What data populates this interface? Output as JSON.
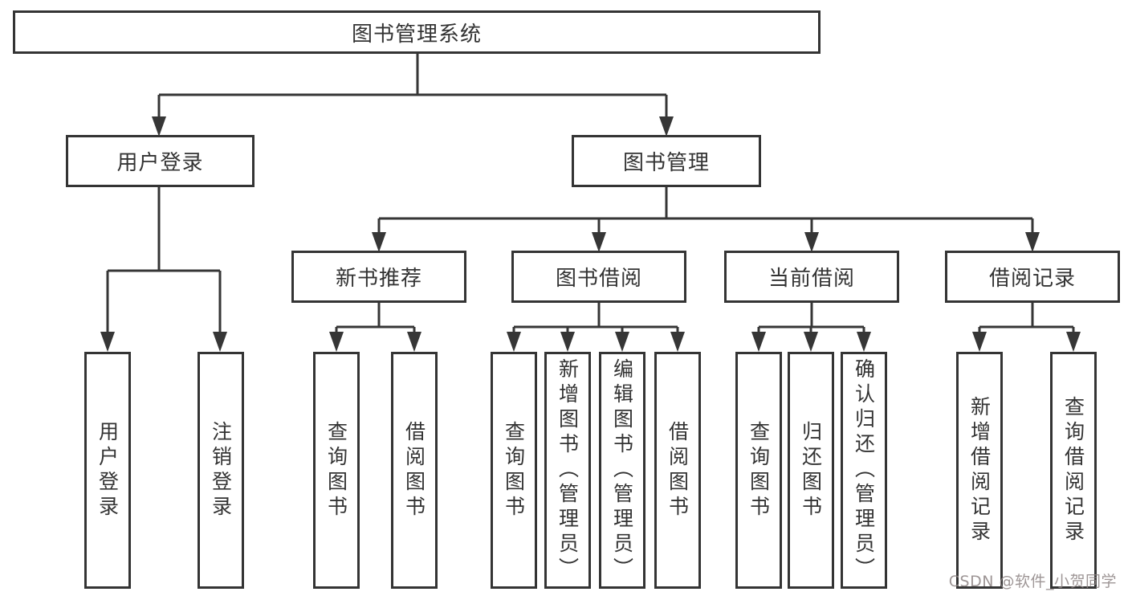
{
  "diagram": {
    "root": {
      "label": "图书管理系统"
    },
    "level1": [
      {
        "label": "用户登录"
      },
      {
        "label": "图书管理"
      }
    ],
    "level2": [
      {
        "label": "新书推荐"
      },
      {
        "label": "图书借阅"
      },
      {
        "label": "当前借阅"
      },
      {
        "label": "借阅记录"
      }
    ],
    "leaves": [
      {
        "label": "用户登录"
      },
      {
        "label": "注销登录"
      },
      {
        "label": "查询图书"
      },
      {
        "label": "借阅图书"
      },
      {
        "label": "查询图书"
      },
      {
        "label": "新增图书（管理员）"
      },
      {
        "label": "编辑图书（管理员）"
      },
      {
        "label": "借阅图书"
      },
      {
        "label": "查询图书"
      },
      {
        "label": "归还图书"
      },
      {
        "label": "确认归还（管理员）"
      },
      {
        "label": "新增借阅记录"
      },
      {
        "label": "查询借阅记录"
      }
    ],
    "colors": {
      "line": "#363636",
      "text": "#333333",
      "background": "#ffffff"
    }
  },
  "watermark": {
    "text": "CSDN @软件_小贺同学",
    "color": "#8d8484"
  }
}
